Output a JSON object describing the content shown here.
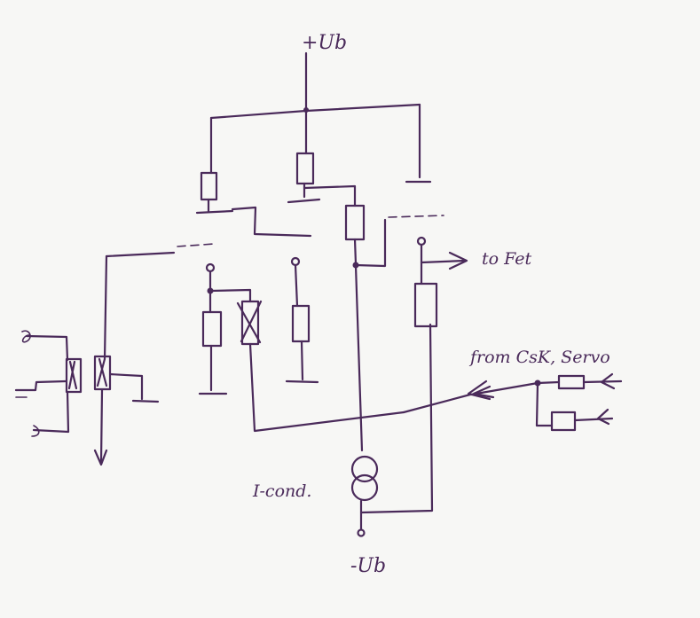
{
  "labels": {
    "supply_pos": "+Ub",
    "supply_neg": "-Ub",
    "to_fet": "to Fet",
    "from_servo": "from CsK, Servo",
    "current_source": "I-cond."
  },
  "colors": {
    "ink": "#4a2a5a",
    "paper": "#f7f7f5"
  }
}
